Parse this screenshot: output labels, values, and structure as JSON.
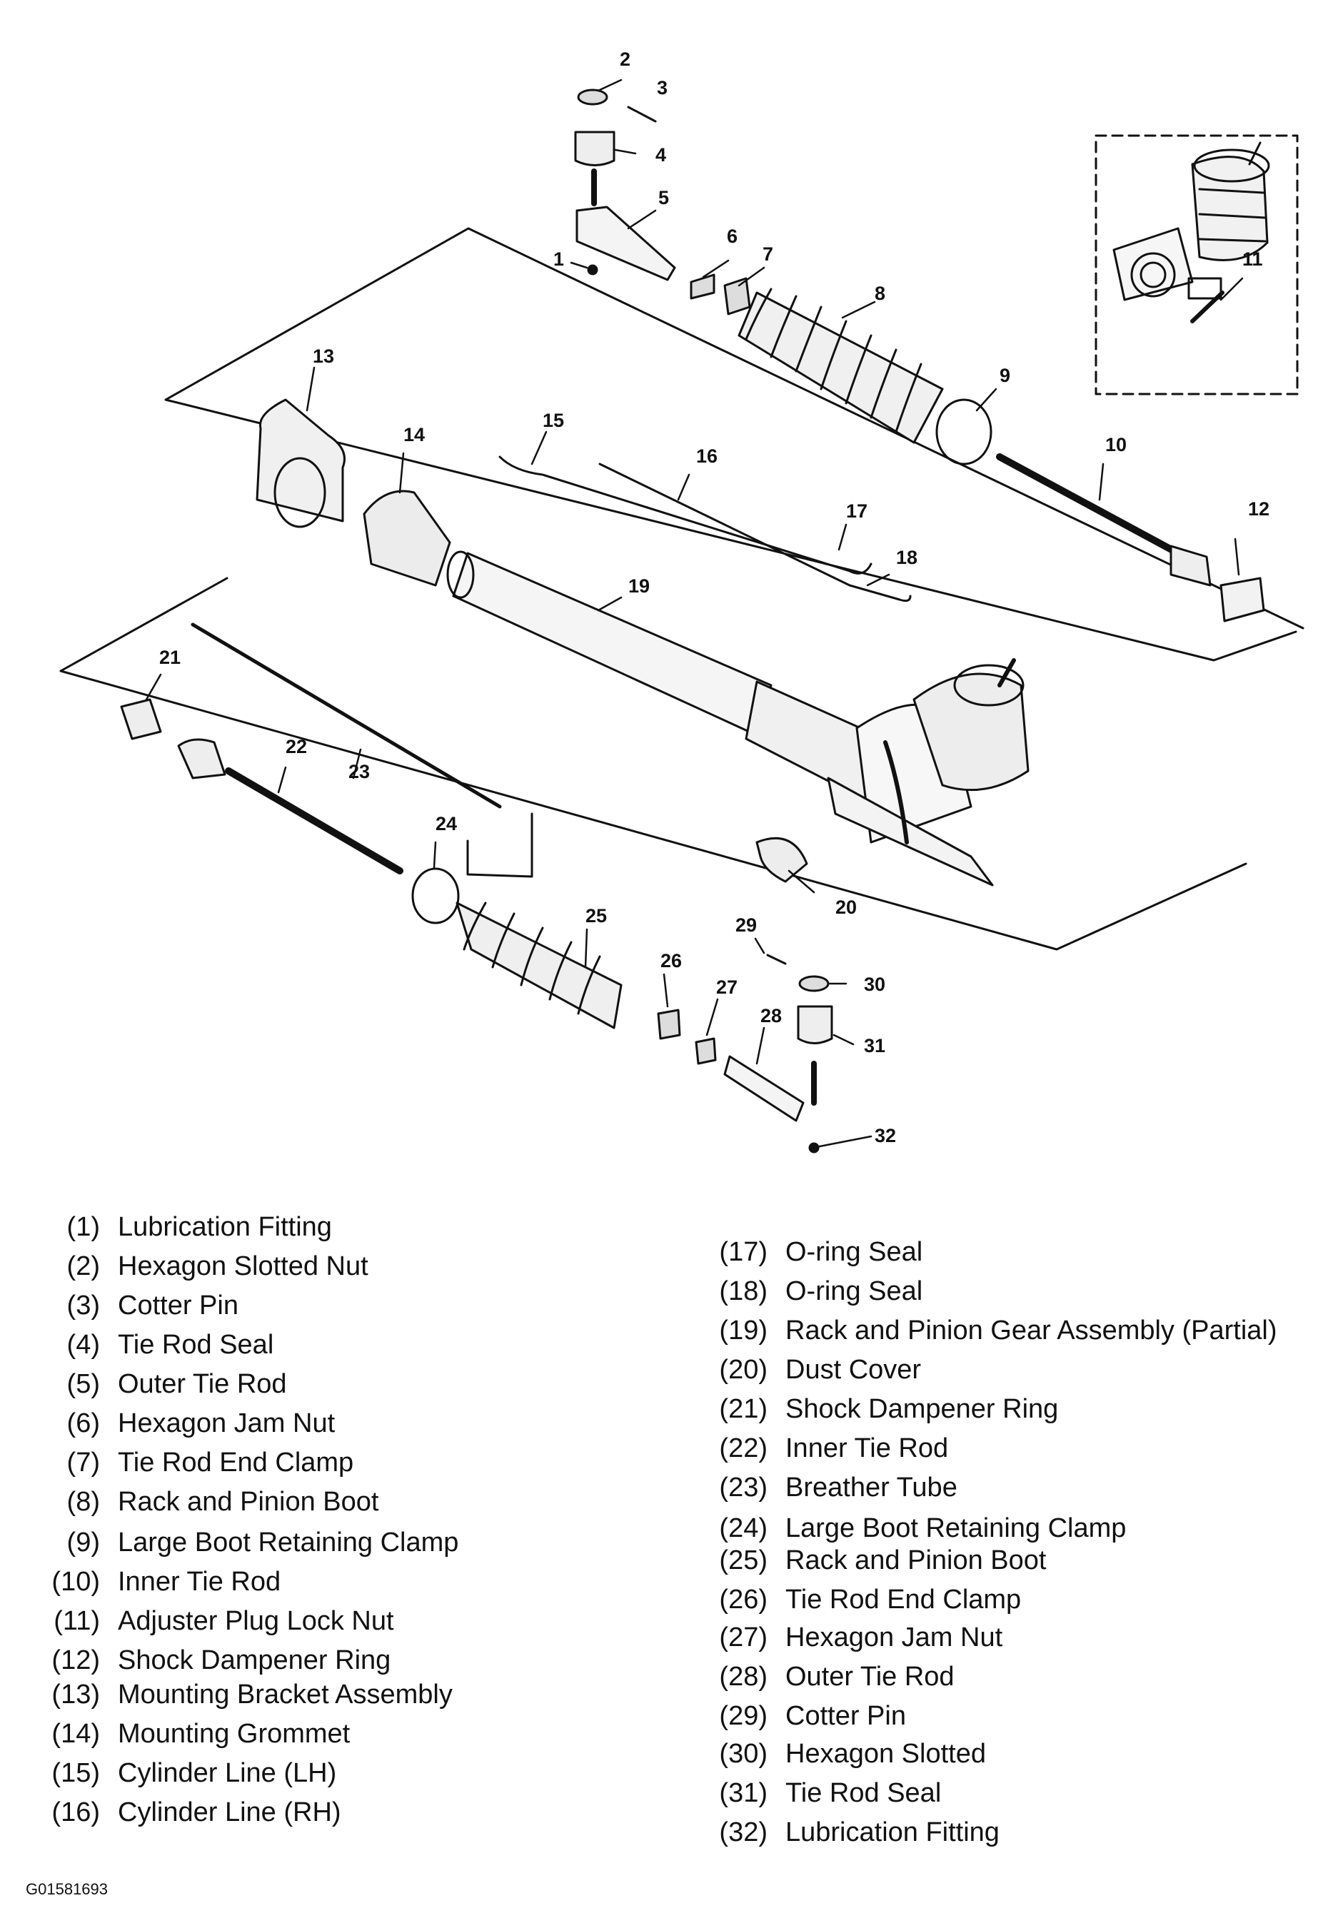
{
  "figure_id": "G01581693",
  "callouts": [
    "1",
    "2",
    "3",
    "4",
    "5",
    "6",
    "7",
    "8",
    "9",
    "10",
    "11",
    "12",
    "13",
    "14",
    "15",
    "16",
    "17",
    "18",
    "19",
    "20",
    "21",
    "22",
    "23",
    "24",
    "25",
    "26",
    "27",
    "28",
    "29",
    "30",
    "31",
    "32"
  ],
  "legend": {
    "left": [
      {
        "num": "(1)",
        "label": "Lubrication Fitting"
      },
      {
        "num": "(2)",
        "label": "Hexagon Slotted Nut"
      },
      {
        "num": "(3)",
        "label": "Cotter Pin"
      },
      {
        "num": "(4)",
        "label": "Tie Rod Seal"
      },
      {
        "num": "(5)",
        "label": "Outer Tie Rod"
      },
      {
        "num": "(6)",
        "label": "Hexagon Jam Nut"
      },
      {
        "num": "(7)",
        "label": "Tie Rod End Clamp"
      },
      {
        "num": "(8)",
        "label": "Rack and Pinion Boot"
      },
      {
        "num": "(9)",
        "label": "Large Boot Retaining Clamp"
      },
      {
        "num": "(10)",
        "label": "Inner Tie Rod"
      },
      {
        "num": "(11)",
        "label": "Adjuster Plug Lock Nut"
      },
      {
        "num": "(12)",
        "label": "Shock Dampener Ring"
      },
      {
        "num": "(13)",
        "label": "Mounting Bracket Assembly"
      },
      {
        "num": "(14)",
        "label": "Mounting Grommet"
      },
      {
        "num": "(15)",
        "label": "Cylinder Line (LH)"
      },
      {
        "num": "(16)",
        "label": "Cylinder Line (RH)"
      }
    ],
    "right": [
      {
        "num": "(17)",
        "label": "O-ring Seal"
      },
      {
        "num": "(18)",
        "label": "O-ring Seal"
      },
      {
        "num": "(19)",
        "label": "Rack and Pinion Gear Assembly (Partial)"
      },
      {
        "num": "(20)",
        "label": "Dust Cover"
      },
      {
        "num": "(21)",
        "label": "Shock Dampener Ring"
      },
      {
        "num": "(22)",
        "label": "Inner Tie Rod"
      },
      {
        "num": "(23)",
        "label": "Breather Tube"
      },
      {
        "num": "(24)",
        "label": "Large Boot Retaining Clamp"
      },
      {
        "num": "(25)",
        "label": "Rack and Pinion Boot"
      },
      {
        "num": "(26)",
        "label": "Tie Rod End Clamp"
      },
      {
        "num": "(27)",
        "label": "Hexagon Jam Nut"
      },
      {
        "num": "(28)",
        "label": "Outer Tie Rod"
      },
      {
        "num": "(29)",
        "label": "Cotter Pin"
      },
      {
        "num": "(30)",
        "label": "Hexagon Slotted"
      },
      {
        "num": "(31)",
        "label": "Tie Rod Seal"
      },
      {
        "num": "(32)",
        "label": "Lubrication Fitting"
      }
    ]
  }
}
